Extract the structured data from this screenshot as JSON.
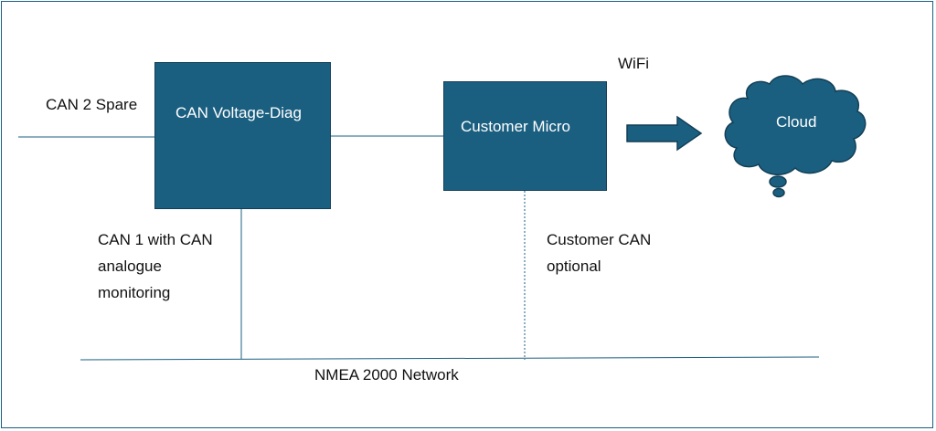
{
  "diagram": {
    "boxes": {
      "can_voltage_diag": "CAN Voltage-Diag",
      "customer_micro": "Customer Micro",
      "cloud": "Cloud"
    },
    "labels": {
      "wifi": "WiFi",
      "can2_spare": "CAN 2 Spare",
      "can1_line1": "CAN 1 with CAN",
      "can1_line2": "analogue",
      "can1_line3": "monitoring",
      "customer_can_line1": "Customer CAN",
      "customer_can_line2": "optional",
      "nmea_network": "NMEA 2000 Network"
    },
    "colors": {
      "box_fill": "#1b5f80",
      "box_border": "#123f56",
      "line": "#1b5f80",
      "frame": "#1b5f80"
    }
  }
}
